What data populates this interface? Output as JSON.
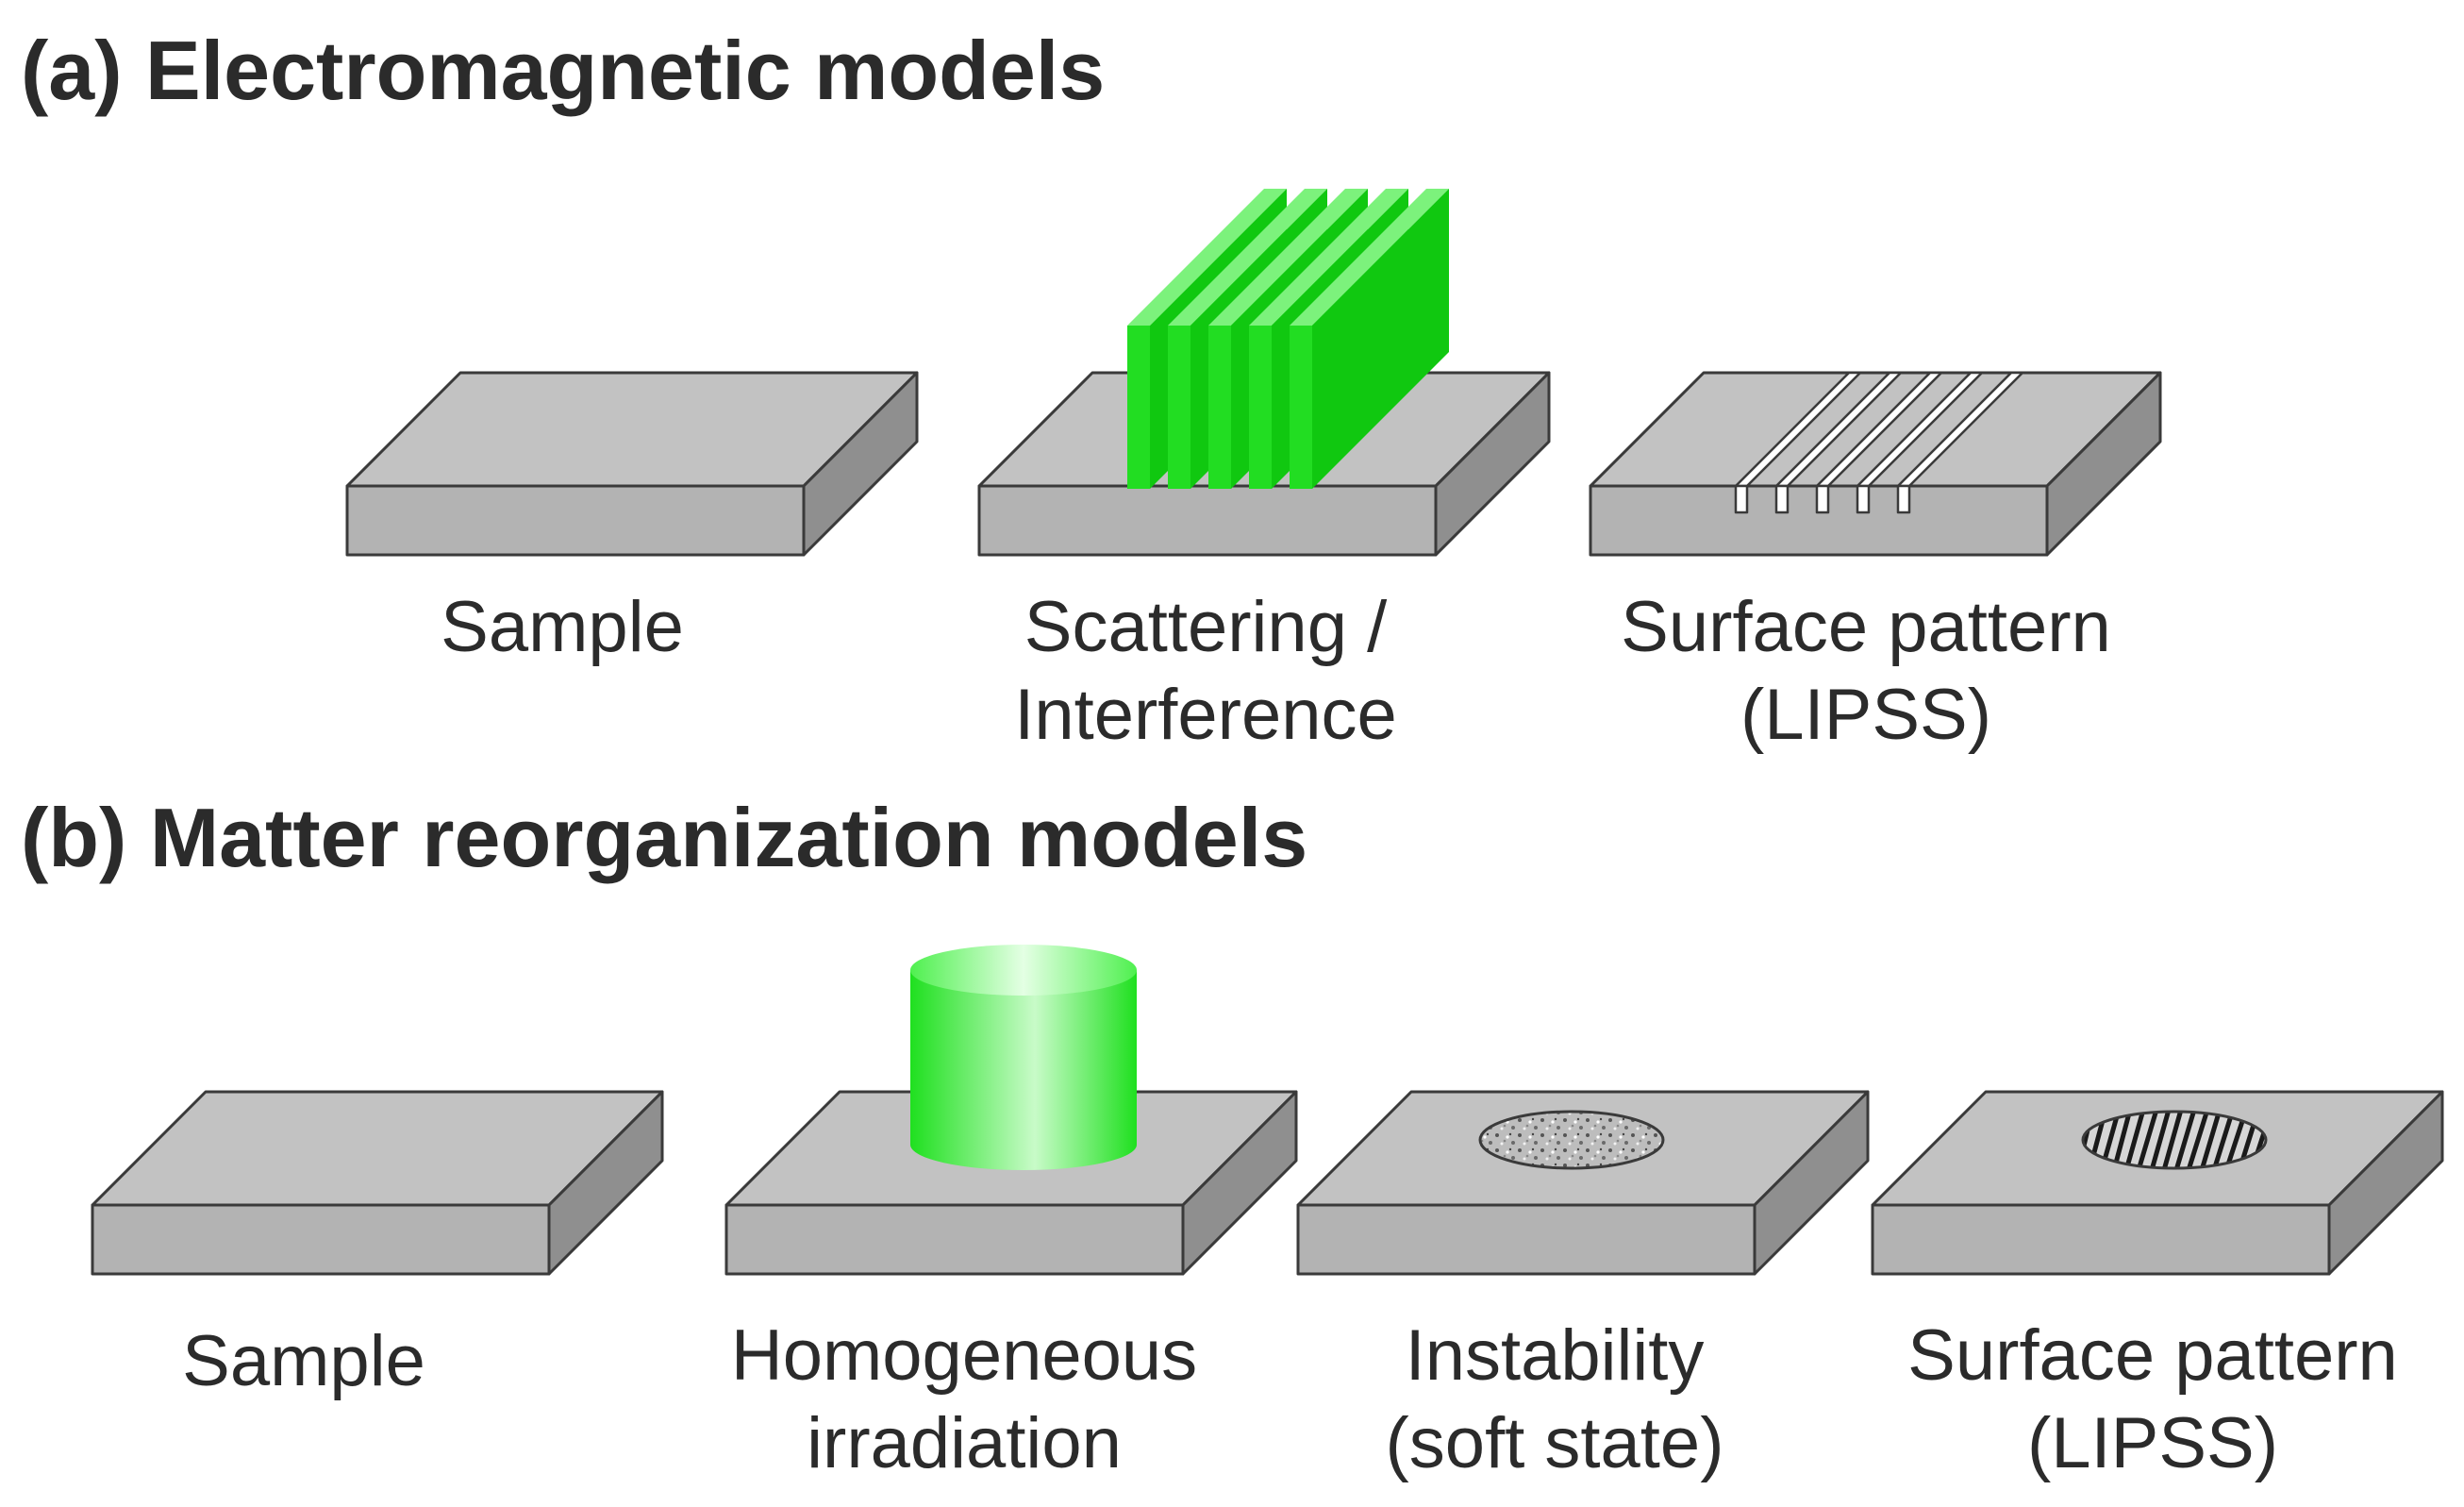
{
  "panel_a": {
    "title": "(a) Electromagnetic models",
    "steps": [
      {
        "lines": [
          "Sample"
        ]
      },
      {
        "lines": [
          "Scattering /",
          "Interference"
        ]
      },
      {
        "lines": [
          "Surface pattern",
          "(LIPSS)"
        ]
      }
    ]
  },
  "panel_b": {
    "title": "(b) Matter reorganization models",
    "steps": [
      {
        "lines": [
          "Sample"
        ]
      },
      {
        "lines": [
          "Homogeneous",
          "irradiation"
        ]
      },
      {
        "lines": [
          "Instability",
          "(soft state)"
        ]
      },
      {
        "lines": [
          "Surface pattern",
          "(LIPSS)"
        ]
      }
    ]
  },
  "colors": {
    "slab_top": "#c2c2c2",
    "slab_front": "#b3b3b3",
    "slab_side": "#8f8f8f",
    "laser_green": "#18e018",
    "text": "#2b2b2b"
  },
  "icons": [
    "sample-slab",
    "interference-fringe-planes",
    "grooved-surface",
    "laser-beam-cylinder",
    "rough-melt-spot",
    "ripple-spot"
  ]
}
